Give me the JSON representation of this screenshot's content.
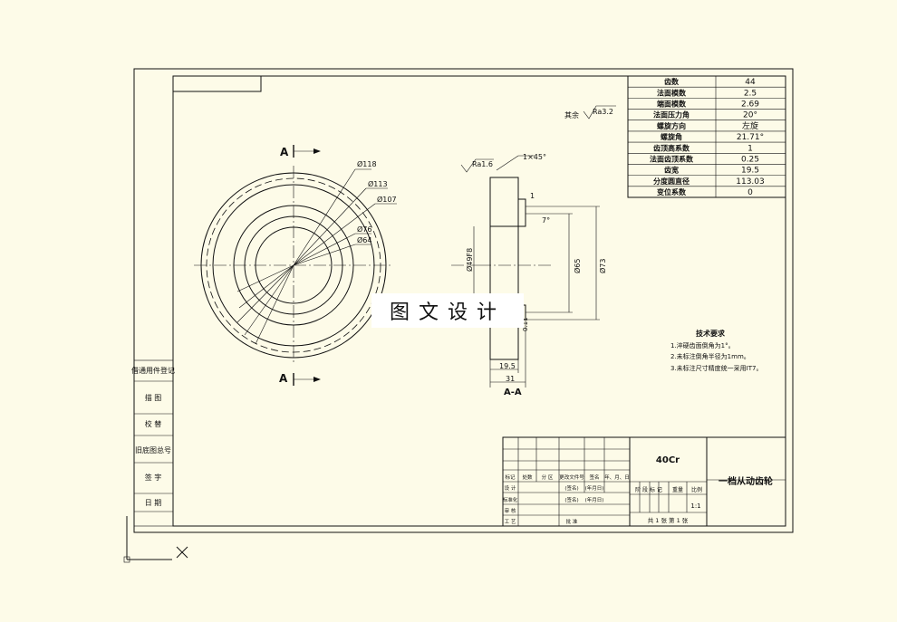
{
  "colors": {
    "background": "#fdfbe8",
    "ink": "#111111",
    "watermark_bg": "#ffffff"
  },
  "section": {
    "left_marker": "A",
    "right_marker": "A",
    "section_title": "A-A"
  },
  "front_view": {
    "diameters": [
      "Ø118",
      "Ø113",
      "Ø107",
      "Ø76",
      "Ø64"
    ]
  },
  "section_view": {
    "chamfer": "1×45°",
    "roughness_face": "Ra1.6",
    "bore": "Ø49F8",
    "dia_65": "Ø65",
    "dia_73": "Ø73",
    "dim_1": "1",
    "angle_7": "7°",
    "hub_width": "19.5",
    "total_width": "31",
    "small_dim": "0.11"
  },
  "roughness_note": {
    "prefix": "其余",
    "value": "Ra3.2"
  },
  "gear_params": [
    {
      "name": "齿数",
      "value": "44"
    },
    {
      "name": "法面模数",
      "value": "2.5"
    },
    {
      "name": "端面模数",
      "value": "2.69"
    },
    {
      "name": "法面压力角",
      "value": "20°"
    },
    {
      "name": "螺旋方向",
      "value": "左旋"
    },
    {
      "name": "螺旋角",
      "value": "21.71°"
    },
    {
      "name": "齿顶高系数",
      "value": "1"
    },
    {
      "name": "法面齿顶系数",
      "value": "0.25"
    },
    {
      "name": "齿宽",
      "value": "19.5"
    },
    {
      "name": "分度圆直径",
      "value": "113.03"
    },
    {
      "name": "变位系数",
      "value": "0"
    }
  ],
  "tech_req": {
    "title": "技术要求",
    "items": [
      "1.淬硬齿面倒角为1°。",
      "2.未标注倒角半径为1mm。",
      "3.未标注尺寸精度统一采用IT7。"
    ]
  },
  "side_labels": [
    "借通用件登记",
    "描 图",
    "校 替",
    "旧底图总号",
    "签 字",
    "日 期"
  ],
  "title_block": {
    "material": "40Cr",
    "part_name": "一档从动齿轮",
    "scale": "1:1",
    "sheet_info": "共 1 张   第 1 张",
    "row_labels": [
      "标记",
      "处数",
      "分 区",
      "更改文件号",
      "签名",
      "年、月、日"
    ],
    "row_labels2": [
      "设 计",
      "(签名)",
      "(年月日)",
      "标准化",
      "(签名)",
      "(年月日)"
    ],
    "stage_labels": [
      "阶 段 标 记",
      "重量",
      "比例"
    ],
    "left_labels": [
      "审 核",
      "工 艺",
      "批 准"
    ]
  },
  "watermark": "图文设计"
}
